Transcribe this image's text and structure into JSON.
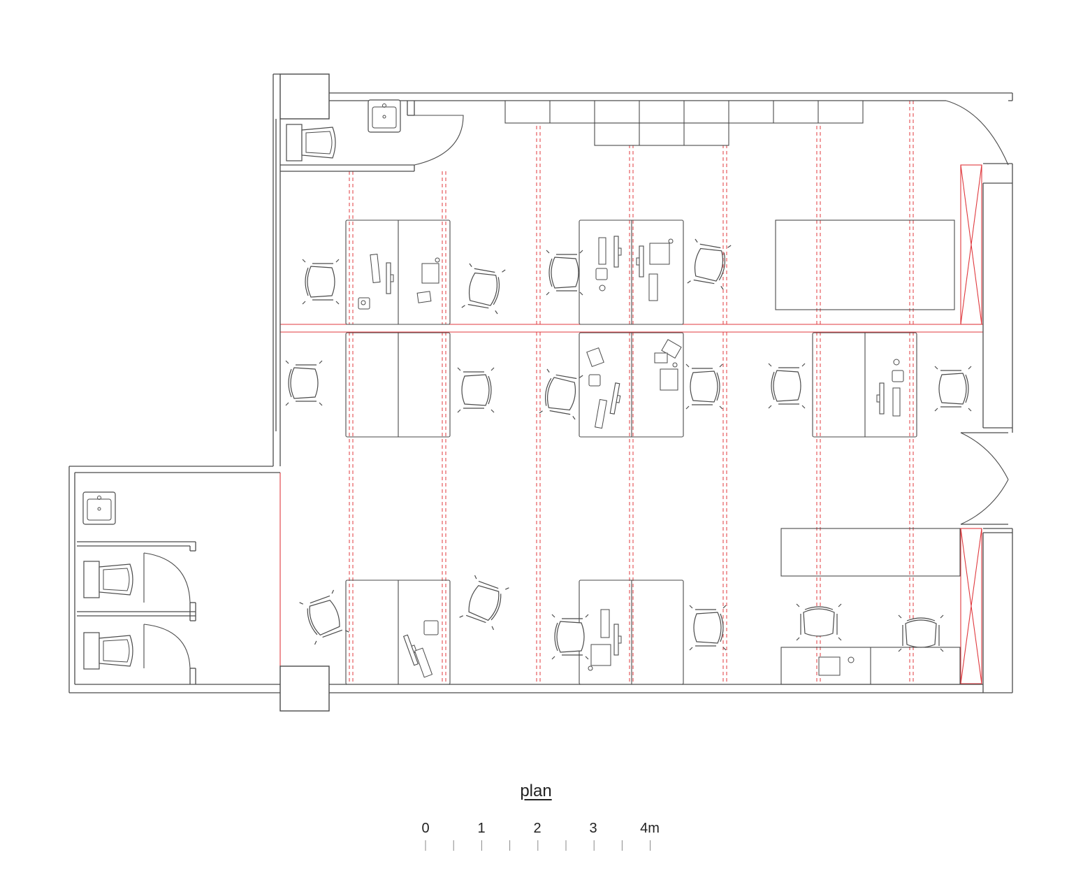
{
  "title": "plan",
  "scale": {
    "labels": [
      "0",
      "1",
      "2",
      "3",
      "4m"
    ]
  },
  "colors": {
    "line": "#4a4a4a",
    "grid_red": "#e0393e",
    "background": "#ffffff"
  }
}
